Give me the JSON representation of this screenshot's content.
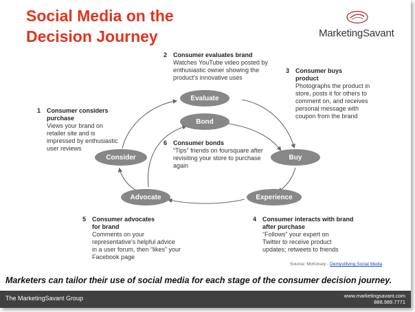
{
  "title": "Social Media on the Decision Journey",
  "logo": {
    "brand_bold": "Marketing",
    "brand_rest": "Savant"
  },
  "stages": {
    "evaluate": "Evaluate",
    "bond": "Bond",
    "consider": "Consider",
    "buy": "Buy",
    "advocate": "Advocate",
    "experience": "Experience"
  },
  "steps": [
    {
      "num": "1",
      "head": "Consumer considers purchase",
      "desc": "Views your brand on retailer site and is impressed by enthusiastic user reviews"
    },
    {
      "num": "2",
      "head": "Consumer evaluates brand",
      "desc": "Watches YouTube video posted by enthusiastic owner showing the product's innovative uses"
    },
    {
      "num": "3",
      "head": "Consumer buys product",
      "desc": "Photographs the product in store, posts it for others to comment on, and receives personal message with coupon from the brand"
    },
    {
      "num": "4",
      "head": "Consumer interacts with brand after purchase",
      "desc": "“Follows” your expert on Twitter to receive product updates; retweets to friends"
    },
    {
      "num": "5",
      "head": "Consumer advocates for brand",
      "desc": "Comments on your representative's helpful advice in a user forum, then “likes” your Facebook page"
    },
    {
      "num": "6",
      "head": "Consumer bonds",
      "desc": "“Tips” friends on foursquare after revisiting your store to purchase again"
    }
  ],
  "source": {
    "prefix": "Source: McKinsey - ",
    "link": "Demystifying Social Media"
  },
  "tagline": "Marketers can tailor their use of social media for each stage of the consumer decision journey.",
  "footer": {
    "company": "The MarketingSavant Group",
    "website": "www.marketingsavant.com",
    "phone": "888.989.7771"
  },
  "colors": {
    "title": "#e0341f",
    "oval": "#878787",
    "footer": "#404040",
    "link": "#1a45c8"
  }
}
